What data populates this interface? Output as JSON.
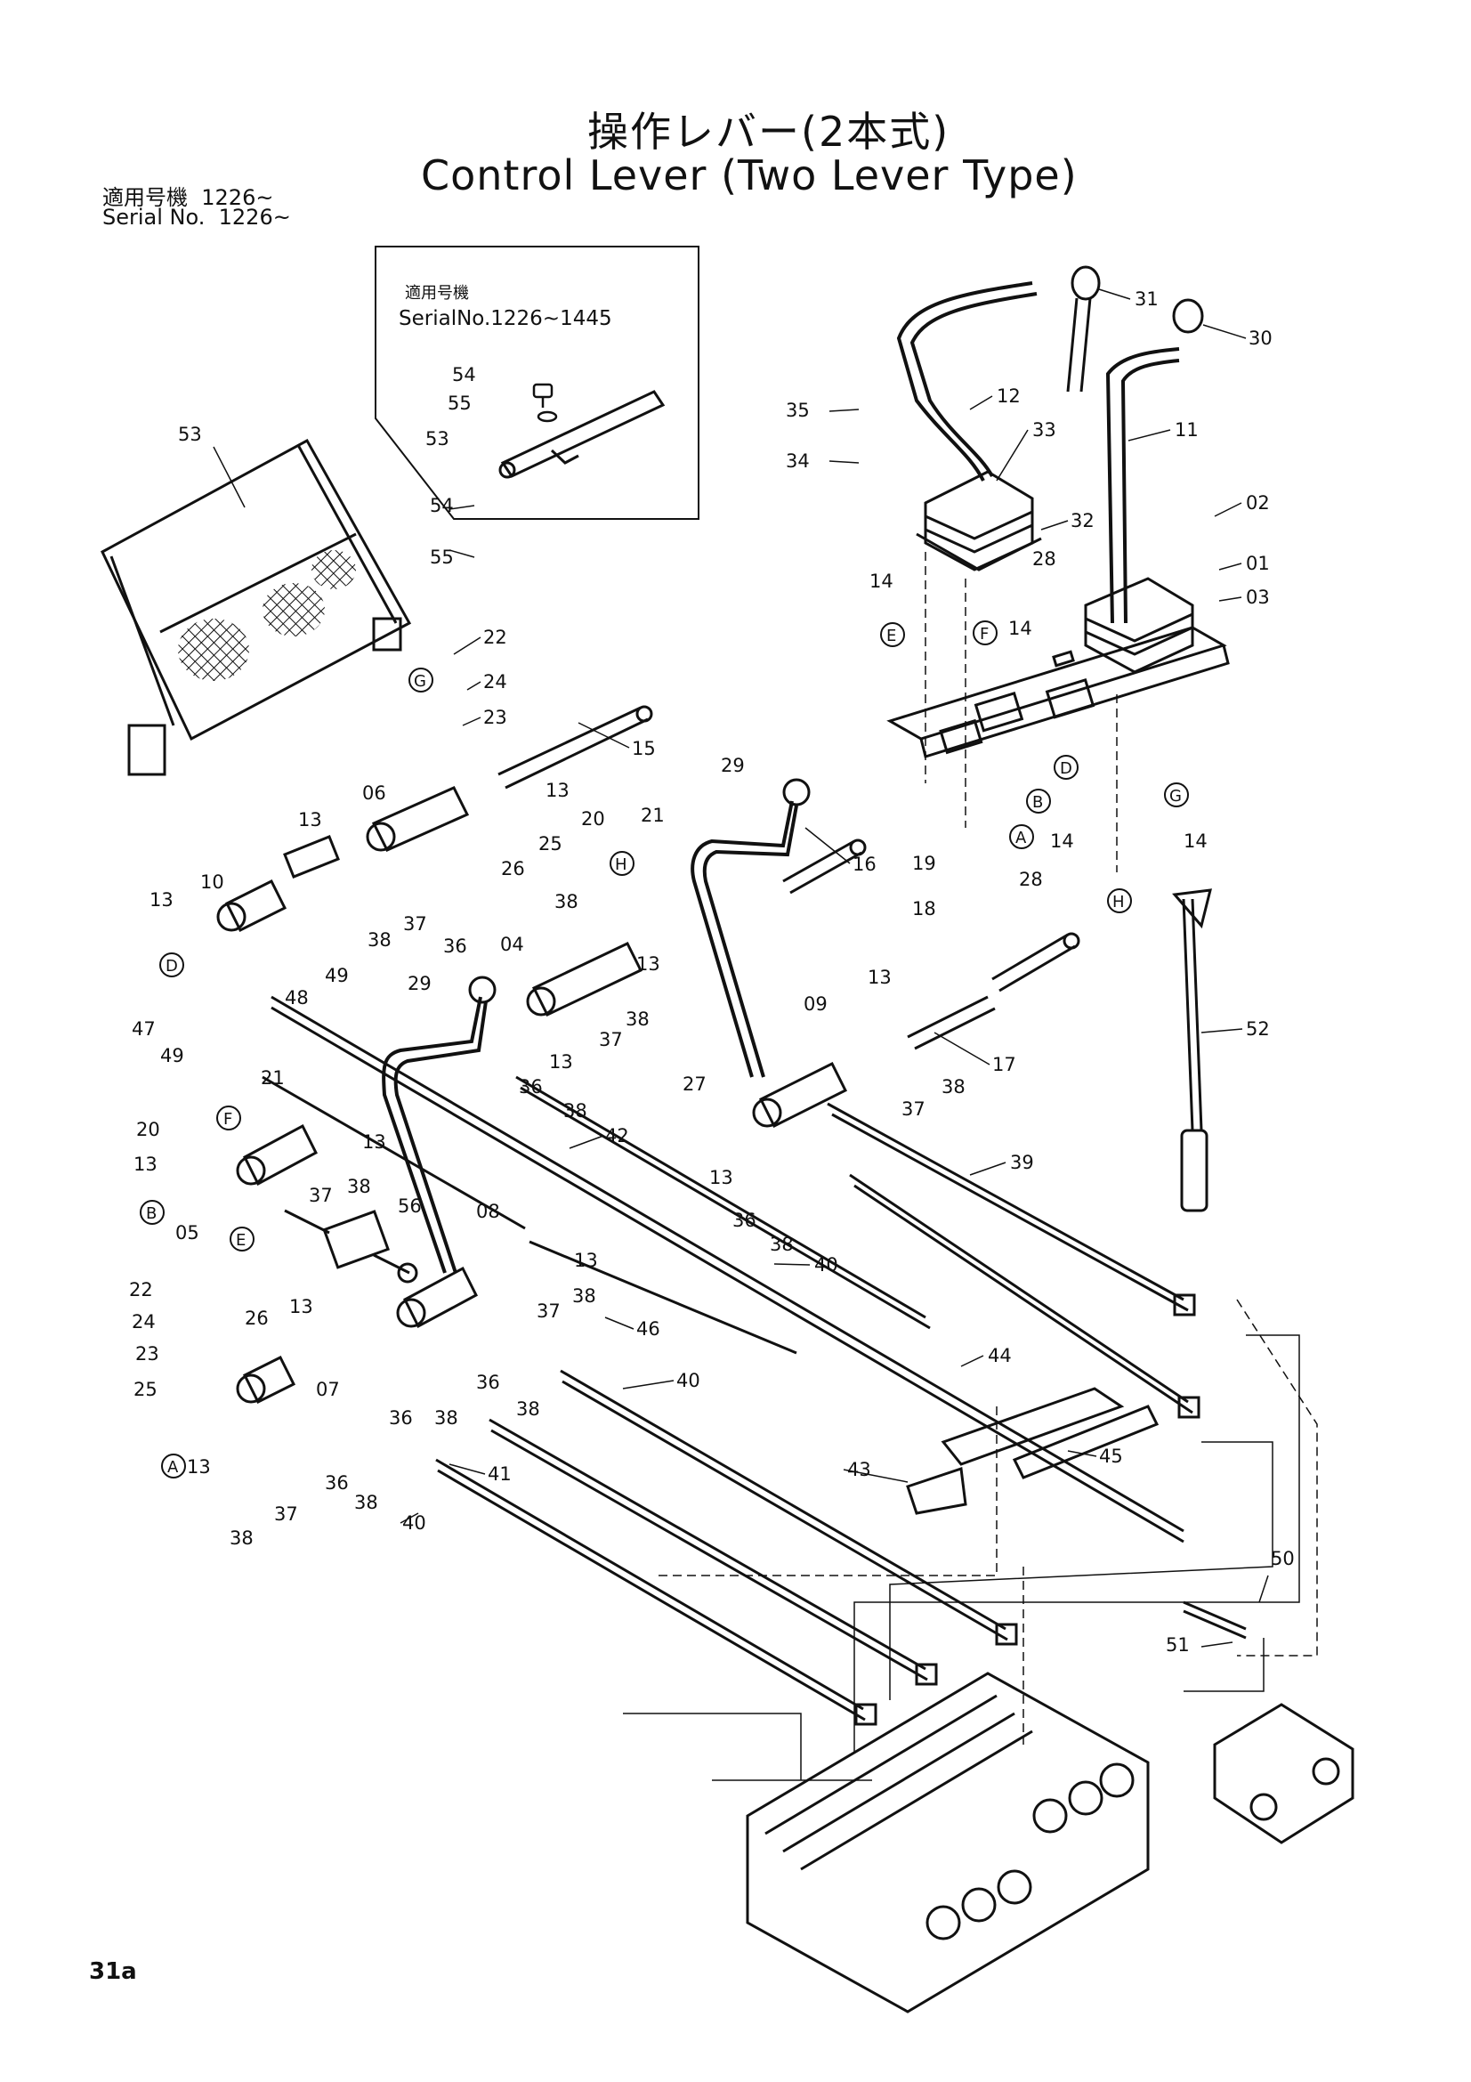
{
  "title": {
    "japanese": "操作レバー(2本式)",
    "english": "Control Lever (Two Lever Type)"
  },
  "serial": {
    "japanese": "適用号機  1226~",
    "english": "Serial No.  1226~"
  },
  "inset": {
    "japanese": "適用号機",
    "english": "SerialNo.1226~1445",
    "part_labels": [
      "54",
      "55",
      "53"
    ]
  },
  "page_number": "31a",
  "part_labels": [
    "01",
    "02",
    "03",
    "04",
    "05",
    "06",
    "07",
    "08",
    "09",
    "10",
    "11",
    "12",
    "13",
    "14",
    "15",
    "16",
    "17",
    "18",
    "19",
    "20",
    "21",
    "22",
    "23",
    "24",
    "25",
    "26",
    "27",
    "28",
    "29",
    "30",
    "31",
    "32",
    "33",
    "34",
    "35",
    "36",
    "37",
    "38",
    "39",
    "40",
    "41",
    "42",
    "43",
    "44",
    "45",
    "46",
    "47",
    "48",
    "49",
    "50",
    "51",
    "52",
    "53",
    "54",
    "55",
    "56"
  ],
  "connection_markers": [
    "A",
    "B",
    "D",
    "E",
    "F",
    "G",
    "H"
  ]
}
